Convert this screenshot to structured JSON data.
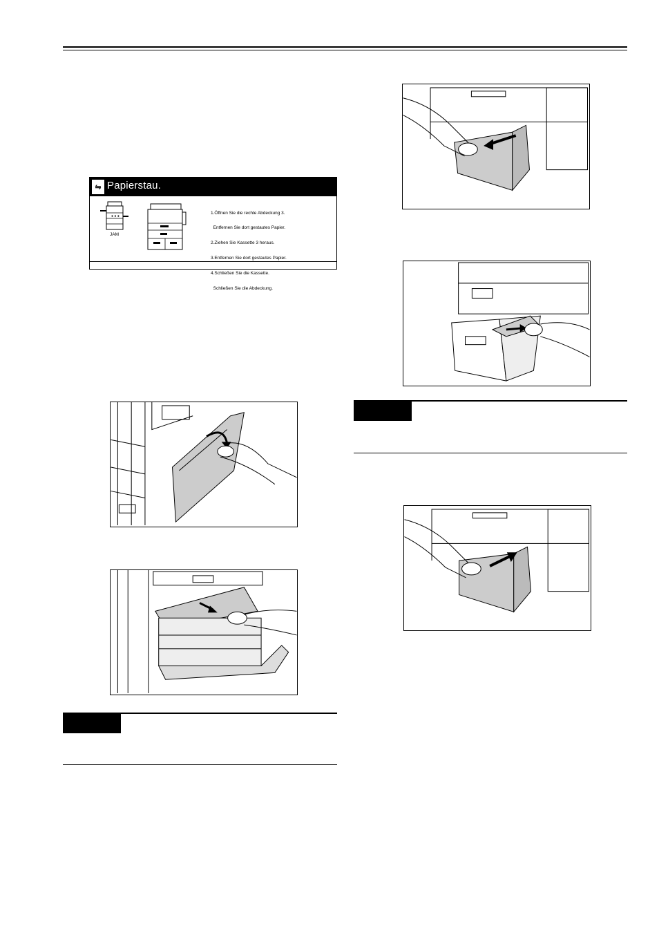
{
  "panel": {
    "icon": "paper-jam-icon",
    "title": "Papierstau.",
    "jam_label": "JAM",
    "instructions": [
      "1.Öffnen Sie die rechte Abdeckung 3.",
      "  Entfernen Sie dort gestautes Papier.",
      "2.Ziehen Sie Kassette 3 heraus.",
      "3.Entfernen Sie dort gestautes Papier.",
      "4.Schließen Sie die Kassette.",
      "  Schließen Sie die Abdeckung."
    ]
  },
  "figures": [
    {
      "name": "figure-open-right-cover",
      "icon": "open-cover-arrow-icon"
    },
    {
      "name": "figure-remove-jammed-paper-cover",
      "icon": "pull-arrow-icon"
    },
    {
      "name": "figure-pull-out-cassette",
      "icon": "pull-arrow-icon"
    },
    {
      "name": "figure-remove-paper-cassette",
      "icon": "pull-arrow-icon"
    },
    {
      "name": "figure-push-in-cassette",
      "icon": "push-arrow-icon"
    }
  ]
}
